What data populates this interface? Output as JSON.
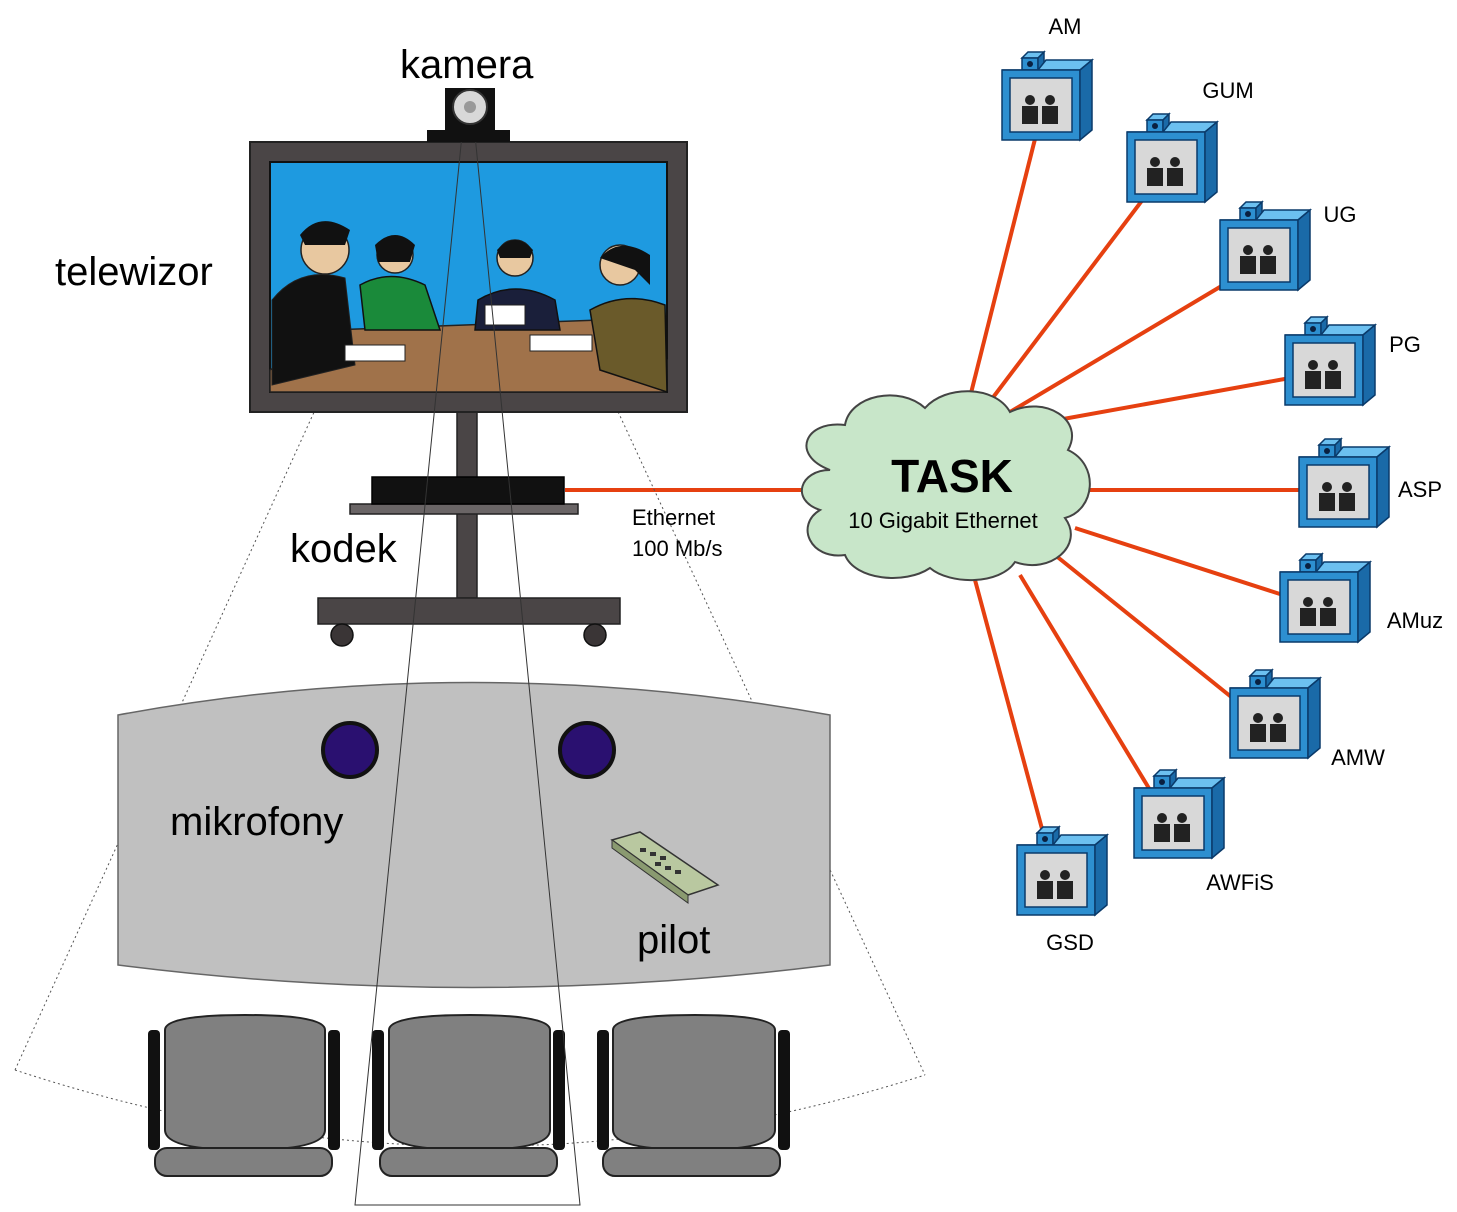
{
  "labels": {
    "camera": "kamera",
    "tv": "telewizor",
    "codec": "kodek",
    "microphones": "mikrofony",
    "remote": "pilot"
  },
  "connection": {
    "line1": "Ethernet",
    "line2": "100 Mb/s"
  },
  "network": {
    "name": "TASK",
    "speed": "10 Gigabit Ethernet"
  },
  "sites": [
    {
      "name": "AM"
    },
    {
      "name": "GUM"
    },
    {
      "name": "UG"
    },
    {
      "name": "PG"
    },
    {
      "name": "ASP"
    },
    {
      "name": "AMuz"
    },
    {
      "name": "AMW"
    },
    {
      "name": "AWFiS"
    },
    {
      "name": "GSD"
    }
  ],
  "colors": {
    "link": "#e64010",
    "cloud": "#c8e6c9",
    "site_icon": "#2d8fd0",
    "screen_bg": "#1e9ae0",
    "table": "#c0c0c0"
  }
}
